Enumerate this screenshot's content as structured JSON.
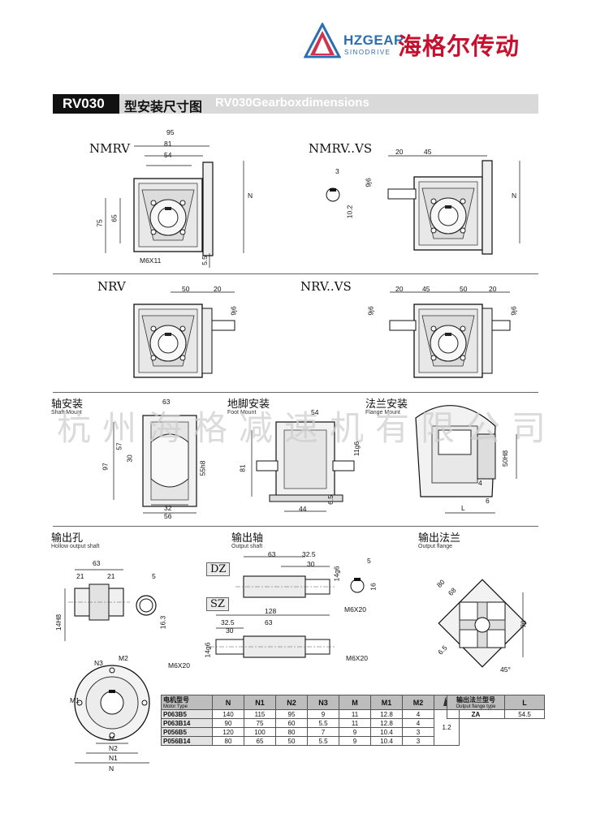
{
  "header": {
    "brand_en": "HZGEAR",
    "brand_sub": "SINODRIVE",
    "brand_cn": "海格尔传动",
    "colors": {
      "brand_blue": "#2a6fb3",
      "brand_red": "#c8102e"
    }
  },
  "banner": {
    "code": "RV030",
    "title_cn": "型安装尺寸图",
    "title_en": "RV030Gearboxdimensions"
  },
  "sections": {
    "nmrv": "NMRV",
    "nmrv_vs": "NMRV..VS",
    "nrv": "NRV",
    "nrv_vs": "NRV..VS"
  },
  "mounts": {
    "shaft_cn": "轴安装",
    "shaft_en": "Shaft Mount",
    "foot_cn": "地脚安装",
    "foot_en": "Foot Mount",
    "flange_cn": "法兰安装",
    "flange_en": "Flange Mount"
  },
  "outputs": {
    "hollow_cn": "输出孔",
    "hollow_en": "Hollow output shaft",
    "shaft_cn": "输出轴",
    "shaft_en": "Output shaft",
    "flange_cn": "输出法兰",
    "flange_en": "Output flange"
  },
  "watermark": "杭州海格减速机有限公司",
  "dims": {
    "nmrv": {
      "d95": "95",
      "d81": "81",
      "d54": "54",
      "n": "N",
      "d75": "75",
      "d65": "65",
      "m6x11": "M6X11",
      "d55": "5.5"
    },
    "nmrv_vs": {
      "d20": "20",
      "d45": "45",
      "d3": "3",
      "d9j6": "9j6",
      "d102": "10.2",
      "n": "N"
    },
    "nrv": {
      "d50": "50",
      "d20": "20",
      "d9j6": "9j6"
    },
    "nrv_vs": {
      "d20": "20",
      "d45": "45",
      "d50": "50",
      "d20b": "20",
      "d9j6a": "9j6",
      "d9j6b": "9j6"
    },
    "shaft_mount": {
      "d63": "63",
      "d57": "57",
      "d30": "30",
      "d97": "97",
      "d55h8": "55h8",
      "d32": "32",
      "d56": "56"
    },
    "foot_mount": {
      "d54": "54",
      "d81": "81",
      "d11g6": "11g6",
      "d65": "6.5",
      "d44": "44"
    },
    "flange_mount": {
      "d50h8": "50H8",
      "d4": "4",
      "d6": "6",
      "l": "L"
    },
    "hollow": {
      "d63": "63",
      "d21a": "21",
      "d21b": "21",
      "d5": "5",
      "d14h8": "14H8",
      "d163": "16.3"
    },
    "out_shaft": {
      "dz": "DZ",
      "sz": "SZ",
      "d63": "63",
      "d325": "32.5",
      "d30": "30",
      "d14g6": "14g6",
      "d5": "5",
      "d16": "16",
      "m6x20": "M6X20",
      "d128": "128",
      "d325b": "32.5",
      "d63b": "63",
      "d30b": "30",
      "d14g6b": "14g6",
      "m6x20b": "M6X20",
      "m6x20c": "M6X20"
    },
    "out_flange": {
      "d80": "80",
      "d68": "68",
      "d70": "70",
      "d65": "6.5",
      "d45": "45°"
    },
    "motor_flange": {
      "n3": "N3",
      "m2": "M2",
      "m1": "M1",
      "m": "M",
      "n2": "N2",
      "n1": "N1",
      "n": "N"
    }
  },
  "motor_table": {
    "header_cn": "电机型号",
    "header_en": "Motor Type",
    "columns": [
      "N",
      "N1",
      "N2",
      "N3",
      "M",
      "M1",
      "M2"
    ],
    "rows": [
      {
        "type": "P063B5",
        "values": [
          "140",
          "115",
          "95",
          "9",
          "11",
          "12.8",
          "4"
        ]
      },
      {
        "type": "P063B14",
        "values": [
          "90",
          "75",
          "60",
          "5.5",
          "11",
          "12.8",
          "4"
        ]
      },
      {
        "type": "P056B5",
        "values": [
          "120",
          "100",
          "80",
          "7",
          "9",
          "10.4",
          "3"
        ]
      },
      {
        "type": "P056B14",
        "values": [
          "80",
          "65",
          "50",
          "5.5",
          "9",
          "10.4",
          "3"
        ]
      }
    ],
    "weight": "1.2"
  },
  "flange_table": {
    "header_cn": "输出法兰型号",
    "header_en": "Output flange type",
    "col": "L",
    "row_type": "ZA",
    "row_value": "54.5"
  }
}
